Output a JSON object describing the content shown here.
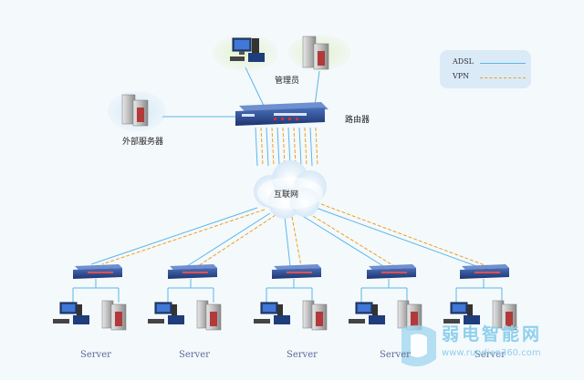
{
  "nodes": {
    "admin_label": "管理员",
    "router_label": "路由器",
    "external_server_label": "外部服务器",
    "internet_label": "互联网",
    "branch_server_labels": [
      "Server",
      "Server",
      "Server",
      "Server",
      "Server"
    ]
  },
  "legend": {
    "items": [
      {
        "label": "ADSL",
        "style": "solid",
        "color": "#5bb8e8"
      },
      {
        "label": "VPN",
        "style": "dashed",
        "color": "#f0a020"
      }
    ]
  },
  "watermark": {
    "text": "弱电智能网",
    "url": "www.ruodian360.com"
  },
  "colors": {
    "adsl": "#5bb8e8",
    "vpn": "#f0a020",
    "device": "#2a4a8a",
    "halo": "#dcefc8",
    "halo_blue": "#d6e9f7"
  },
  "icons": [
    "computer-icon",
    "server-tower-icon",
    "router-icon",
    "switch-icon",
    "cloud-icon"
  ]
}
